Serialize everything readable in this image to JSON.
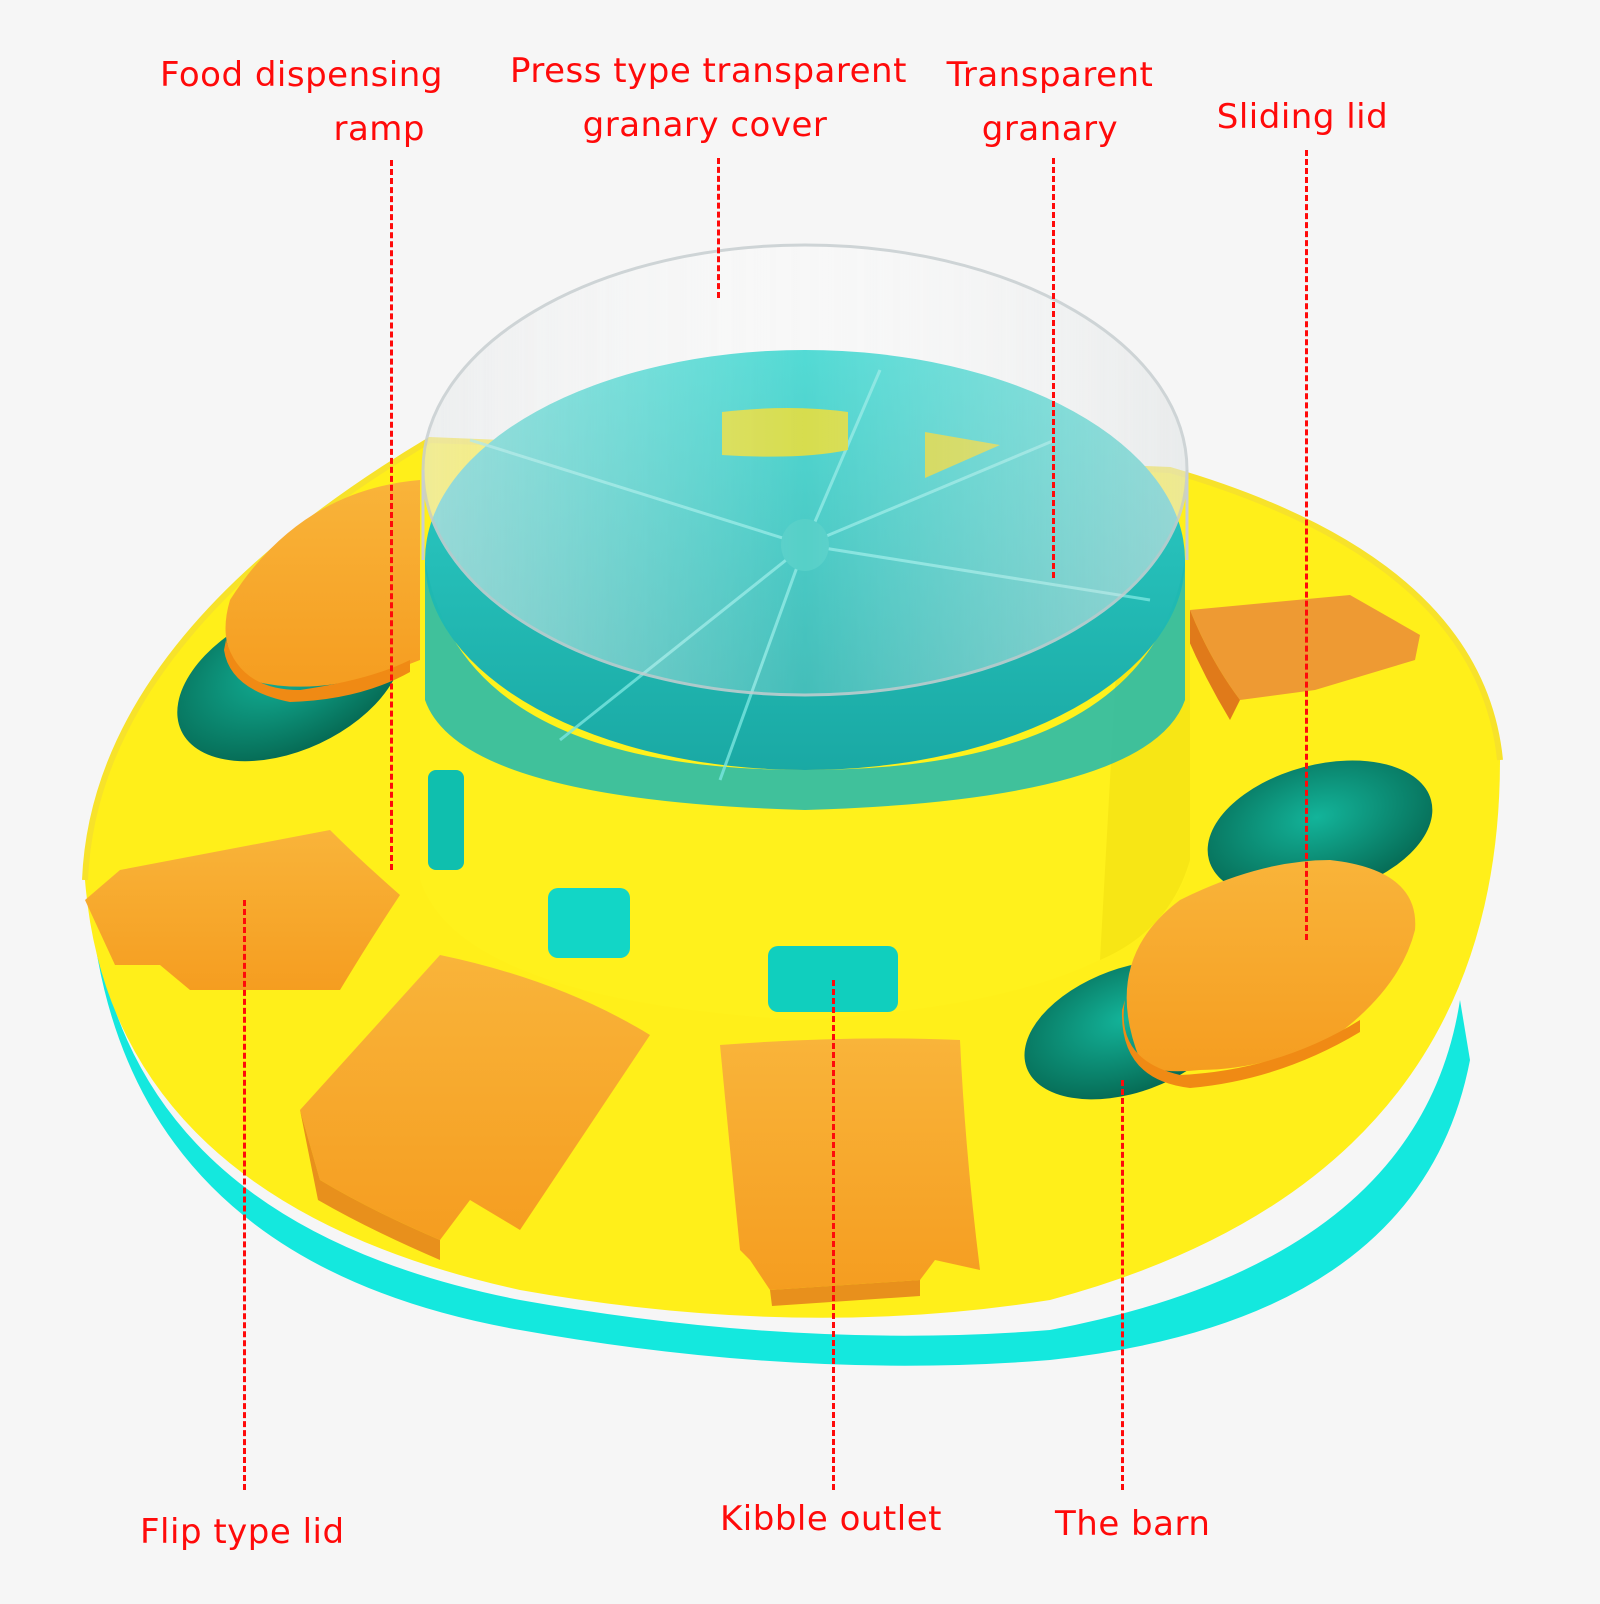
{
  "labels": {
    "food_dispensing_ramp": {
      "line1": "Food dispensing",
      "line2": "ramp"
    },
    "press_type_cover": {
      "line1": "Press type transparent",
      "line2": "granary cover"
    },
    "transparent_granary": {
      "line1": "Transparent",
      "line2": "granary"
    },
    "sliding_lid": {
      "line1": "Sliding lid"
    },
    "flip_type_lid": {
      "line1": "Flip type lid"
    },
    "kibble_outlet": {
      "line1": "Kibble outlet"
    },
    "the_barn": {
      "line1": "The barn"
    }
  },
  "colors": {
    "background": "#f6f6f6",
    "label_red": "#ff0a0a",
    "body_yellow": "#ffef1a",
    "lid_orange": "#f8ab2e",
    "lid_orange_dark": "#ee8a24",
    "base_cyan": "#14e8de",
    "granary_teal": "#2cc9c2",
    "well_green": "#0c8f78"
  }
}
